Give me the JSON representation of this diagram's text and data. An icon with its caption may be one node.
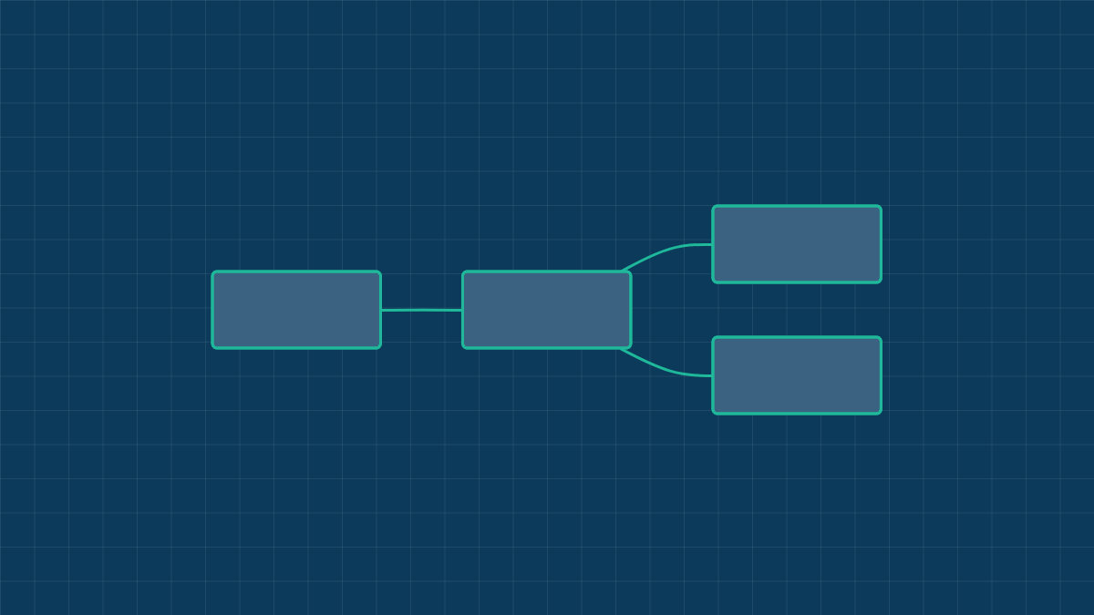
{
  "diagram": {
    "nodes": [
      {
        "text": [],
        "shape": "box"
      },
      {
        "text": [],
        "shape": "box"
      },
      {
        "text": [],
        "shape": "box"
      },
      {
        "text": [],
        "shape": "box"
      }
    ],
    "edges": [
      {
        "from": 0,
        "to": 1,
        "arrow": "none"
      },
      {
        "from": 1,
        "to": 2,
        "arrow": "none"
      },
      {
        "from": 1,
        "to": 3,
        "arrow": "none"
      }
    ]
  }
}
